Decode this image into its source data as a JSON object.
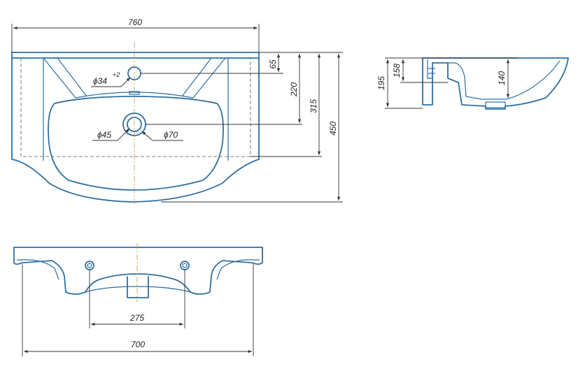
{
  "dimensions": {
    "top_width": "760",
    "d65": "65",
    "d220": "220",
    "d315": "315",
    "d450": "450",
    "tap_hole": "ϕ34",
    "tap_tol": "+2",
    "drain_inner": "ϕ45",
    "drain_outer": "ϕ70",
    "side_195": "195",
    "side_158": "158",
    "side_140": "140",
    "bracket_span": "275",
    "bottom_width": "700"
  },
  "colors": {
    "outline": "#2d6fa3",
    "dimension": "#333333",
    "centerline": "#b89a3a"
  }
}
